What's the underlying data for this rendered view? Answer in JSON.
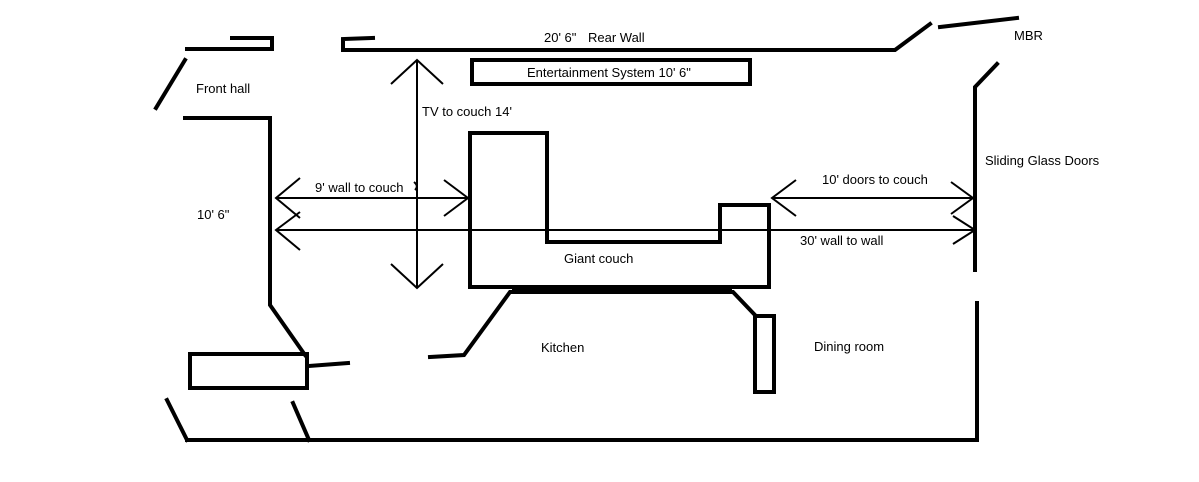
{
  "labels": {
    "rear_wall_dim": "20' 6\"",
    "rear_wall": "Rear Wall",
    "mbr": "MBR",
    "front_hall": "Front hall",
    "entertainment_system": "Entertainment System 10' 6\"",
    "tv_to_couch": "TV to couch 14'",
    "sliding_glass_doors": "Sliding Glass Doors",
    "wall_to_couch": "9' wall to couch",
    "doors_to_couch": "10' doors to couch",
    "left_wall_dim": "10' 6\"",
    "wall_to_wall": "30' wall to wall",
    "giant_couch": "Giant couch",
    "kitchen": "Kitchen",
    "dining_room": "Dining room"
  },
  "colors": {
    "line": "#000000",
    "background": "#ffffff"
  }
}
